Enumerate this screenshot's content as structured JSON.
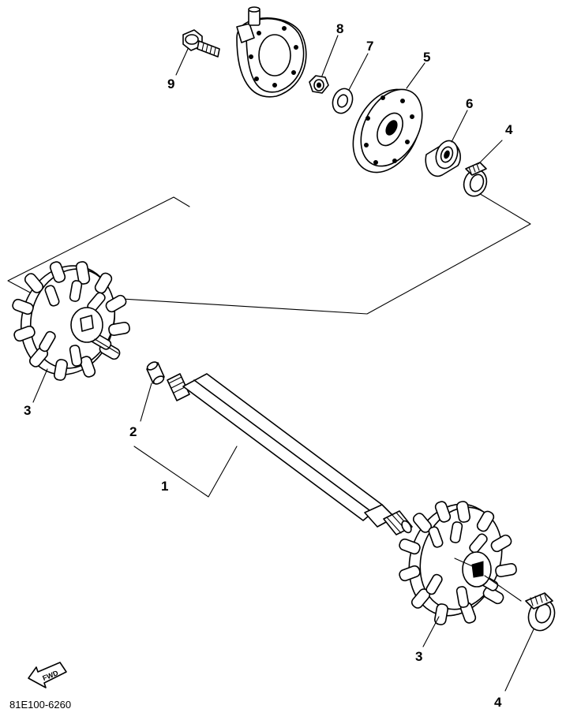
{
  "callouts": {
    "shaft": "1",
    "pin": "2",
    "sprocket_left": "3",
    "sprocket_right": "3",
    "clip_top": "4",
    "clip_bottom": "4",
    "plate": "5",
    "bearing": "6",
    "washer": "7",
    "nut": "8",
    "bolt": "9"
  },
  "forward_arrow": "FWD",
  "diagram_code": "81E100-6260"
}
